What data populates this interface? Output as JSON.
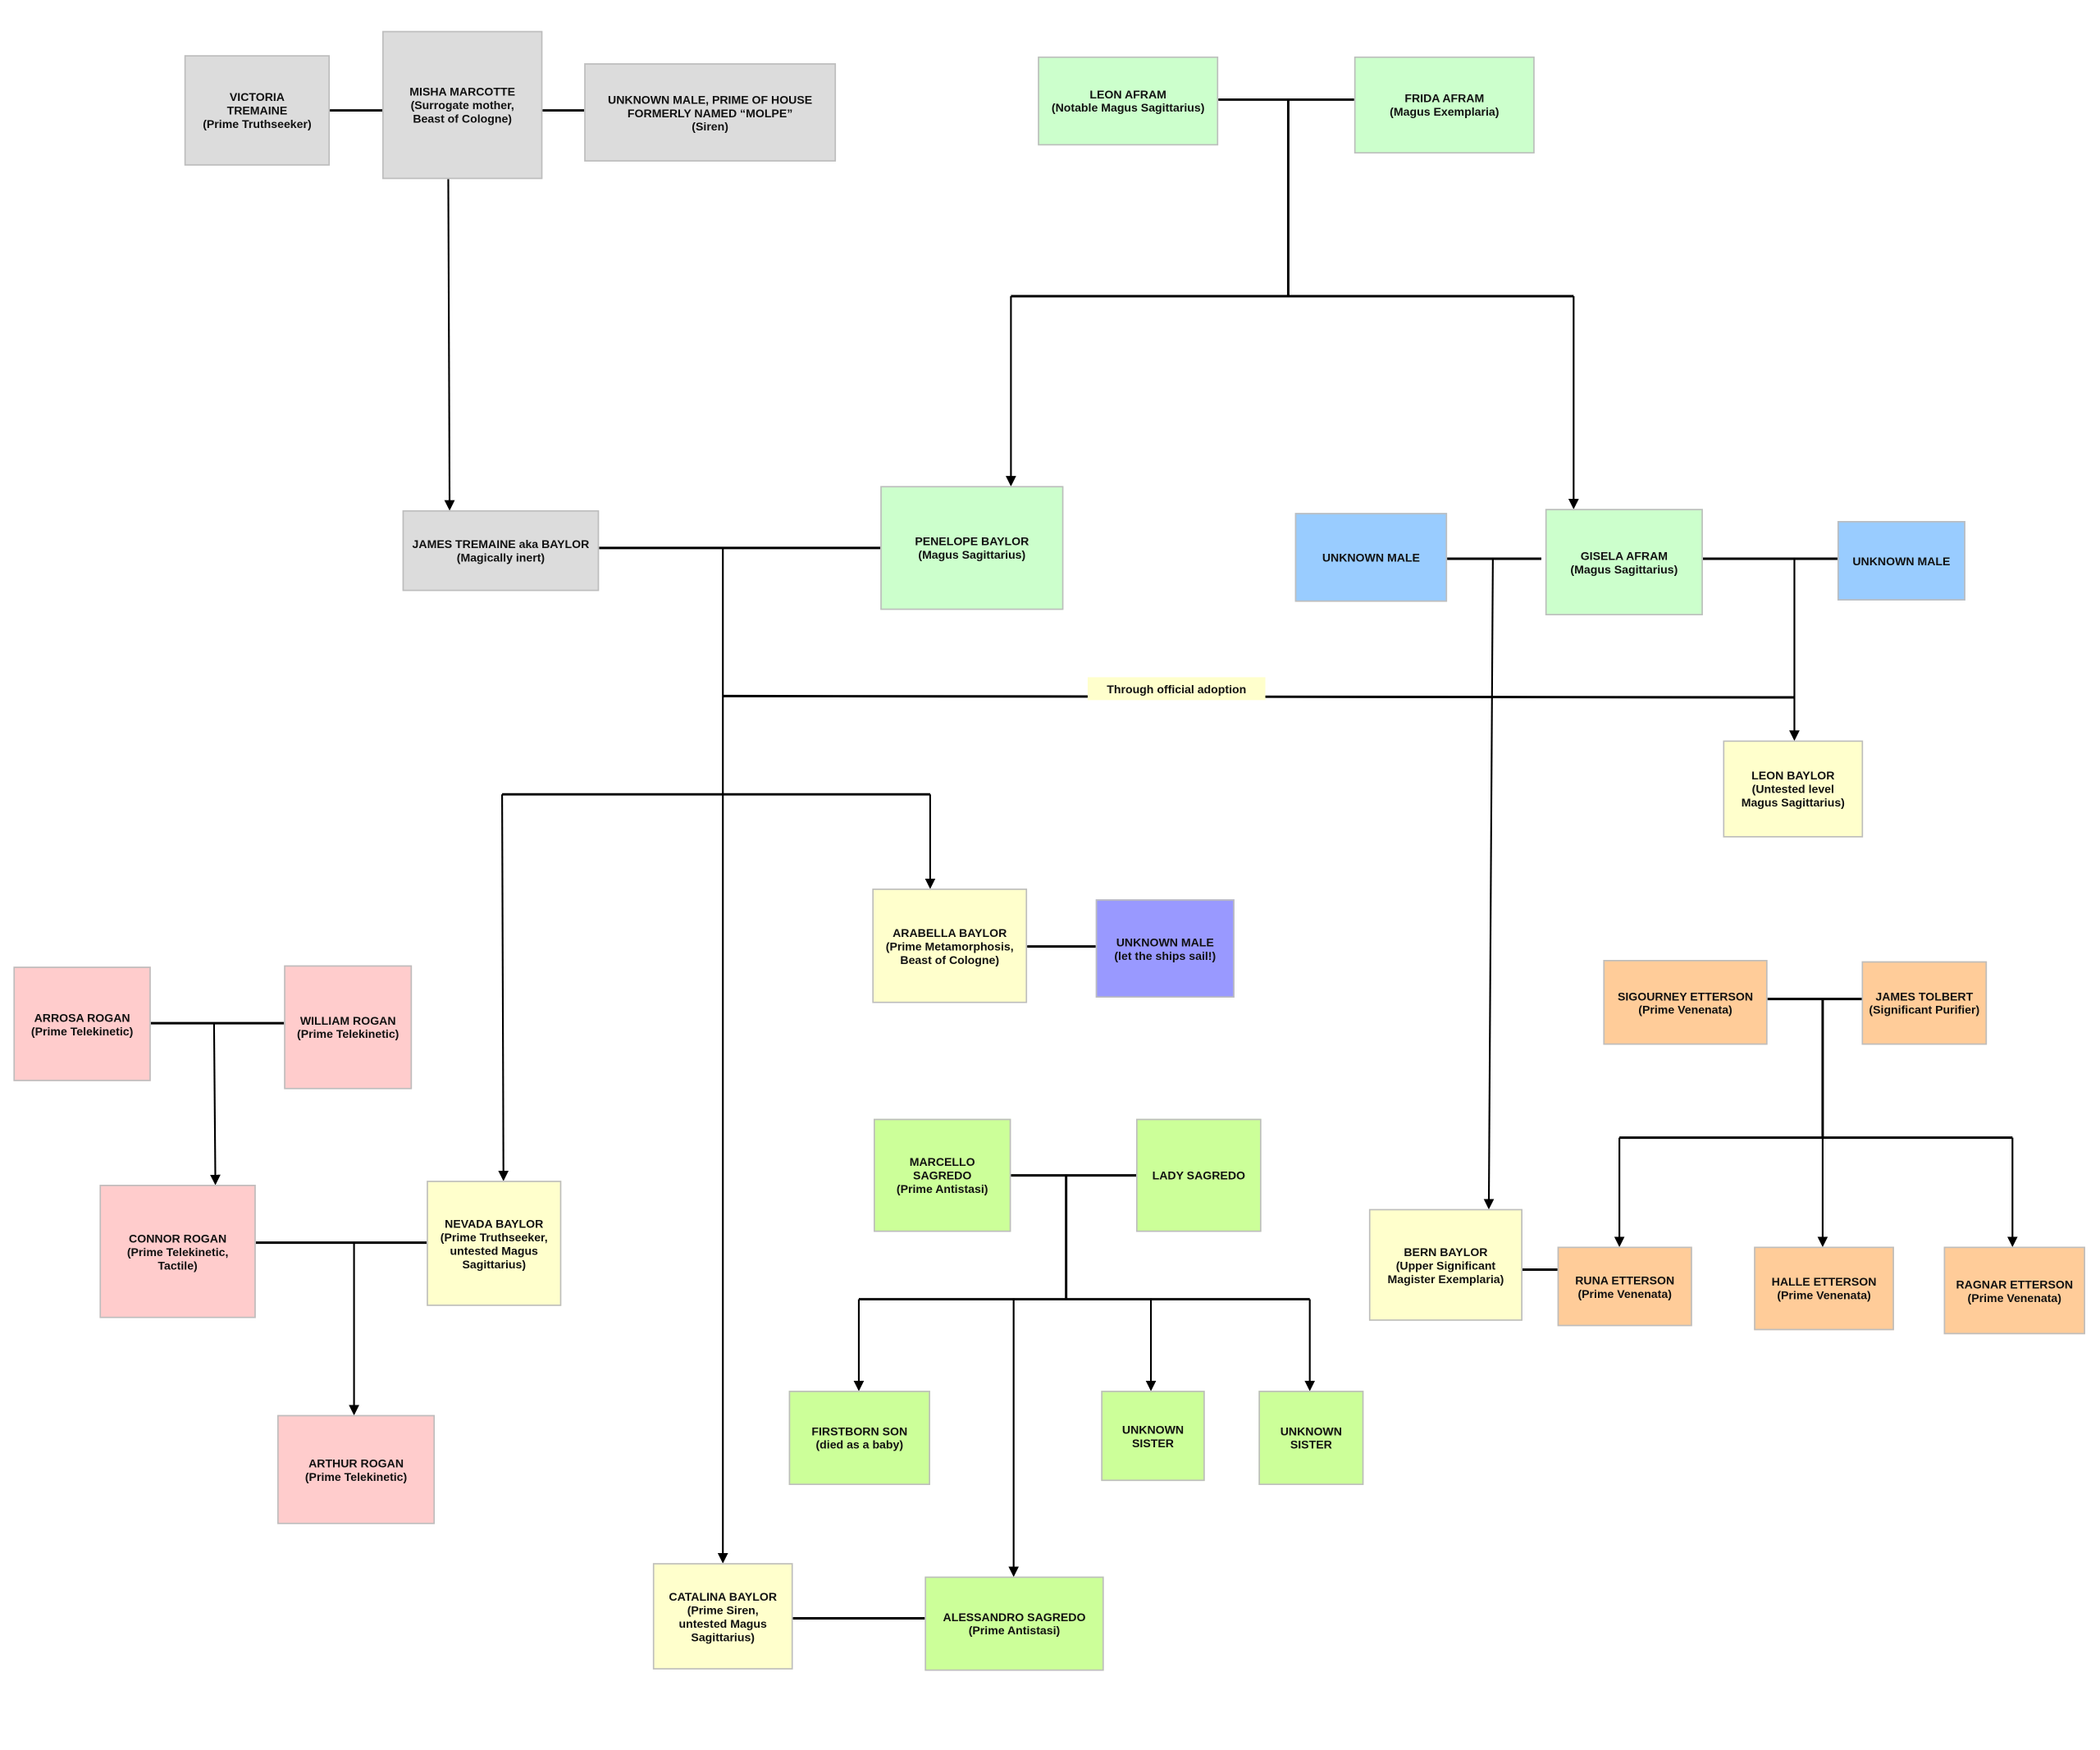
{
  "colors": {
    "gray": "#dcdcdc",
    "green": "#ccffcc",
    "blue": "#99ccff",
    "yellow": "#ffffcc",
    "purple": "#9999ff",
    "pink": "#ffcccc",
    "orange": "#ffcc99",
    "lime": "#ccff99"
  },
  "people": {
    "victoria_tremaine": {
      "lines": [
        "VICTORIA",
        "TREMAINE",
        "(Prime Truthseeker)"
      ],
      "color": "gray"
    },
    "misha_marcotte": {
      "lines": [
        "MISHA MARCOTTE",
        "(Surrogate mother,",
        "Beast of Cologne)"
      ],
      "color": "gray"
    },
    "unknown_molpe": {
      "lines": [
        "UNKNOWN MALE, PRIME OF HOUSE",
        "FORMERLY NAMED “MOLPE”",
        "(Siren)"
      ],
      "color": "gray"
    },
    "leon_afram": {
      "lines": [
        "LEON AFRAM",
        "(Notable Magus Sagittarius)"
      ],
      "color": "green"
    },
    "frida_afram": {
      "lines": [
        "FRIDA AFRAM",
        "(Magus Exemplaria)"
      ],
      "color": "green"
    },
    "james_tremaine": {
      "lines": [
        "JAMES TREMAINE aka BAYLOR",
        "(Magically inert)"
      ],
      "color": "gray"
    },
    "penelope_baylor": {
      "lines": [
        "PENELOPE BAYLOR",
        "(Magus Sagittarius)"
      ],
      "color": "green"
    },
    "unknown_male_left": {
      "lines": [
        "UNKNOWN MALE"
      ],
      "color": "blue"
    },
    "gisela_afram": {
      "lines": [
        "GISELA  AFRAM",
        "(Magus Sagittarius)"
      ],
      "color": "green"
    },
    "unknown_male_right": {
      "lines": [
        "UNKNOWN MALE"
      ],
      "color": "blue"
    },
    "adoption_label": {
      "lines": [
        "Through official adoption"
      ],
      "color": "yellow"
    },
    "leon_baylor": {
      "lines": [
        "LEON BAYLOR",
        "(Untested level",
        "Magus Sagittarius)"
      ],
      "color": "yellow"
    },
    "arabella_baylor": {
      "lines": [
        "ARABELLA BAYLOR",
        "(Prime Metamorphosis,",
        "Beast of Cologne)"
      ],
      "color": "yellow"
    },
    "unknown_male_ships": {
      "lines": [
        "UNKNOWN MALE",
        "(let the ships sail!)"
      ],
      "color": "purple"
    },
    "arrosa_rogan": {
      "lines": [
        "ARROSA ROGAN",
        "(Prime Telekinetic)"
      ],
      "color": "pink"
    },
    "william_rogan": {
      "lines": [
        "WILLIAM ROGAN",
        "(Prime Telekinetic)"
      ],
      "color": "pink"
    },
    "connor_rogan": {
      "lines": [
        "CONNOR ROGAN",
        "(Prime Telekinetic,",
        "Tactile)"
      ],
      "color": "pink"
    },
    "nevada_baylor": {
      "lines": [
        "NEVADA BAYLOR",
        "(Prime Truthseeker,",
        "untested Magus",
        "Sagittarius)"
      ],
      "color": "yellow"
    },
    "arthur_rogan": {
      "lines": [
        "ARTHUR ROGAN",
        "(Prime Telekinetic)"
      ],
      "color": "pink"
    },
    "sigourney_etterson": {
      "lines": [
        "SIGOURNEY ETTERSON",
        "(Prime Venenata)"
      ],
      "color": "orange"
    },
    "james_tolbert": {
      "lines": [
        "JAMES TOLBERT",
        "(Significant Purifier)"
      ],
      "color": "orange"
    },
    "marcello_sagredo": {
      "lines": [
        "MARCELLO",
        "SAGREDO",
        "(Prime Antistasi)"
      ],
      "color": "lime"
    },
    "lady_sagredo": {
      "lines": [
        "LADY SAGREDO"
      ],
      "color": "lime"
    },
    "bern_baylor": {
      "lines": [
        "BERN BAYLOR",
        "(Upper Significant",
        "Magister Exemplaria)"
      ],
      "color": "yellow"
    },
    "runa_etterson": {
      "lines": [
        "RUNA ETTERSON",
        "(Prime Venenata)"
      ],
      "color": "orange"
    },
    "halle_etterson": {
      "lines": [
        "HALLE ETTERSON",
        "(Prime Venenata)"
      ],
      "color": "orange"
    },
    "ragnar_etterson": {
      "lines": [
        "RAGNAR ETTERSON",
        "(Prime Venenata)"
      ],
      "color": "orange"
    },
    "firstborn_son": {
      "lines": [
        "FIRSTBORN SON",
        "(died as a baby)"
      ],
      "color": "lime"
    },
    "unknown_sister_1": {
      "lines": [
        "UNKNOWN",
        "SISTER"
      ],
      "color": "lime"
    },
    "unknown_sister_2": {
      "lines": [
        "UNKNOWN",
        "SISTER"
      ],
      "color": "lime"
    },
    "catalina_baylor": {
      "lines": [
        "CATALINA BAYLOR",
        "(Prime Siren,",
        "untested Magus",
        "Sagittarius)"
      ],
      "color": "yellow"
    },
    "alessandro_sagredo": {
      "lines": [
        "ALESSANDRO SAGREDO",
        "(Prime Antistasi)"
      ],
      "color": "lime"
    }
  }
}
